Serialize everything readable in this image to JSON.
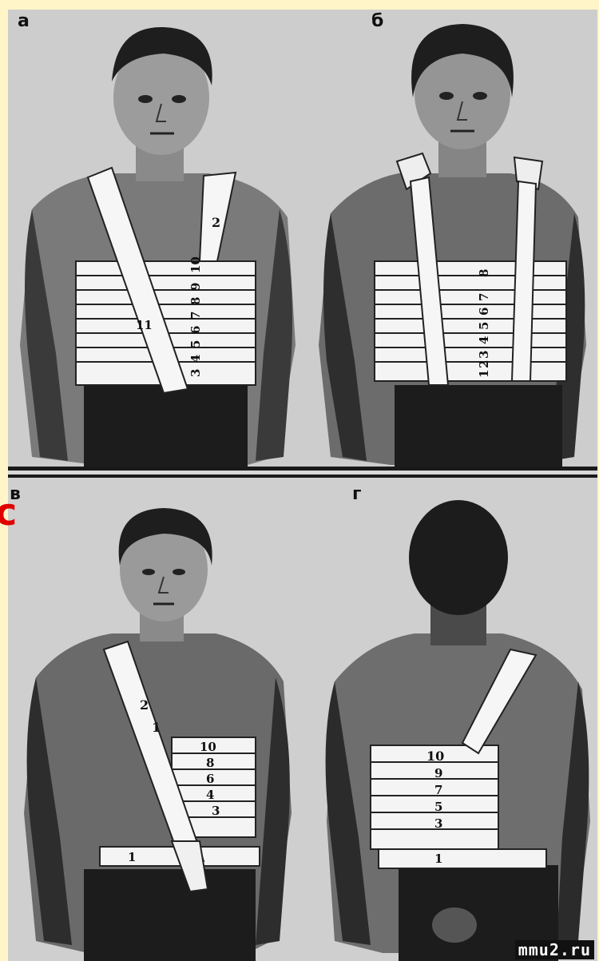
{
  "panels": [
    {
      "letter": "а",
      "labels": [
        "2",
        "10",
        "9",
        "8",
        "7",
        "6",
        "5",
        "4",
        "3",
        "11"
      ]
    },
    {
      "letter": "б",
      "labels": [
        "8",
        "7",
        "6",
        "5",
        "4",
        "3",
        "2",
        "1"
      ]
    },
    {
      "letter": "в",
      "labels": [
        "2",
        "1",
        "10",
        "8",
        "6",
        "4",
        "3",
        "1"
      ]
    },
    {
      "letter": "г",
      "labels": [
        "10",
        "9",
        "7",
        "5",
        "3",
        "1"
      ]
    }
  ],
  "watermark": "mmu2.ru",
  "edge_mark": "c",
  "colors": {
    "page_background": "#fff5c8",
    "edge_mark": "#e00000",
    "bandage": "#ffffff",
    "ink": "#1a1a1a"
  }
}
